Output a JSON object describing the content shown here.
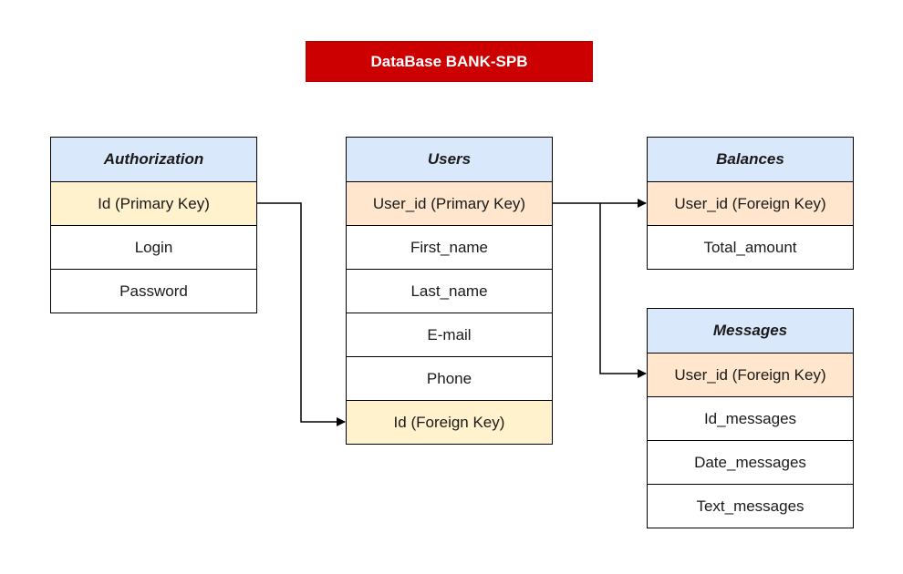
{
  "title": "DataBase BANK-SPB",
  "tables": {
    "authorization": {
      "name": "Authorization",
      "fields": [
        "Id (Primary Key)",
        "Login",
        "Password"
      ]
    },
    "users": {
      "name": "Users",
      "fields": [
        "User_id (Primary Key)",
        "First_name",
        "Last_name",
        "E-mail",
        "Phone",
        "Id (Foreign Key)"
      ]
    },
    "balances": {
      "name": "Balances",
      "fields": [
        "User_id (Foreign Key)",
        "Total_amount"
      ]
    },
    "messages": {
      "name": "Messages",
      "fields": [
        "User_id (Foreign Key)",
        "Id_messages",
        "Date_messages",
        "Text_messages"
      ]
    }
  },
  "colors": {
    "title_bg": "#cc0000",
    "header_bg": "#dae8fc",
    "key_yellow": "#fff2cc",
    "key_orange": "#ffe6cc"
  },
  "relations": [
    {
      "from": "authorization.Id (Primary Key)",
      "to": "users.Id (Foreign Key)"
    },
    {
      "from": "users.User_id (Primary Key)",
      "to": "balances.User_id (Foreign Key)"
    },
    {
      "from": "users.User_id (Primary Key)",
      "to": "messages.User_id (Foreign Key)"
    }
  ]
}
